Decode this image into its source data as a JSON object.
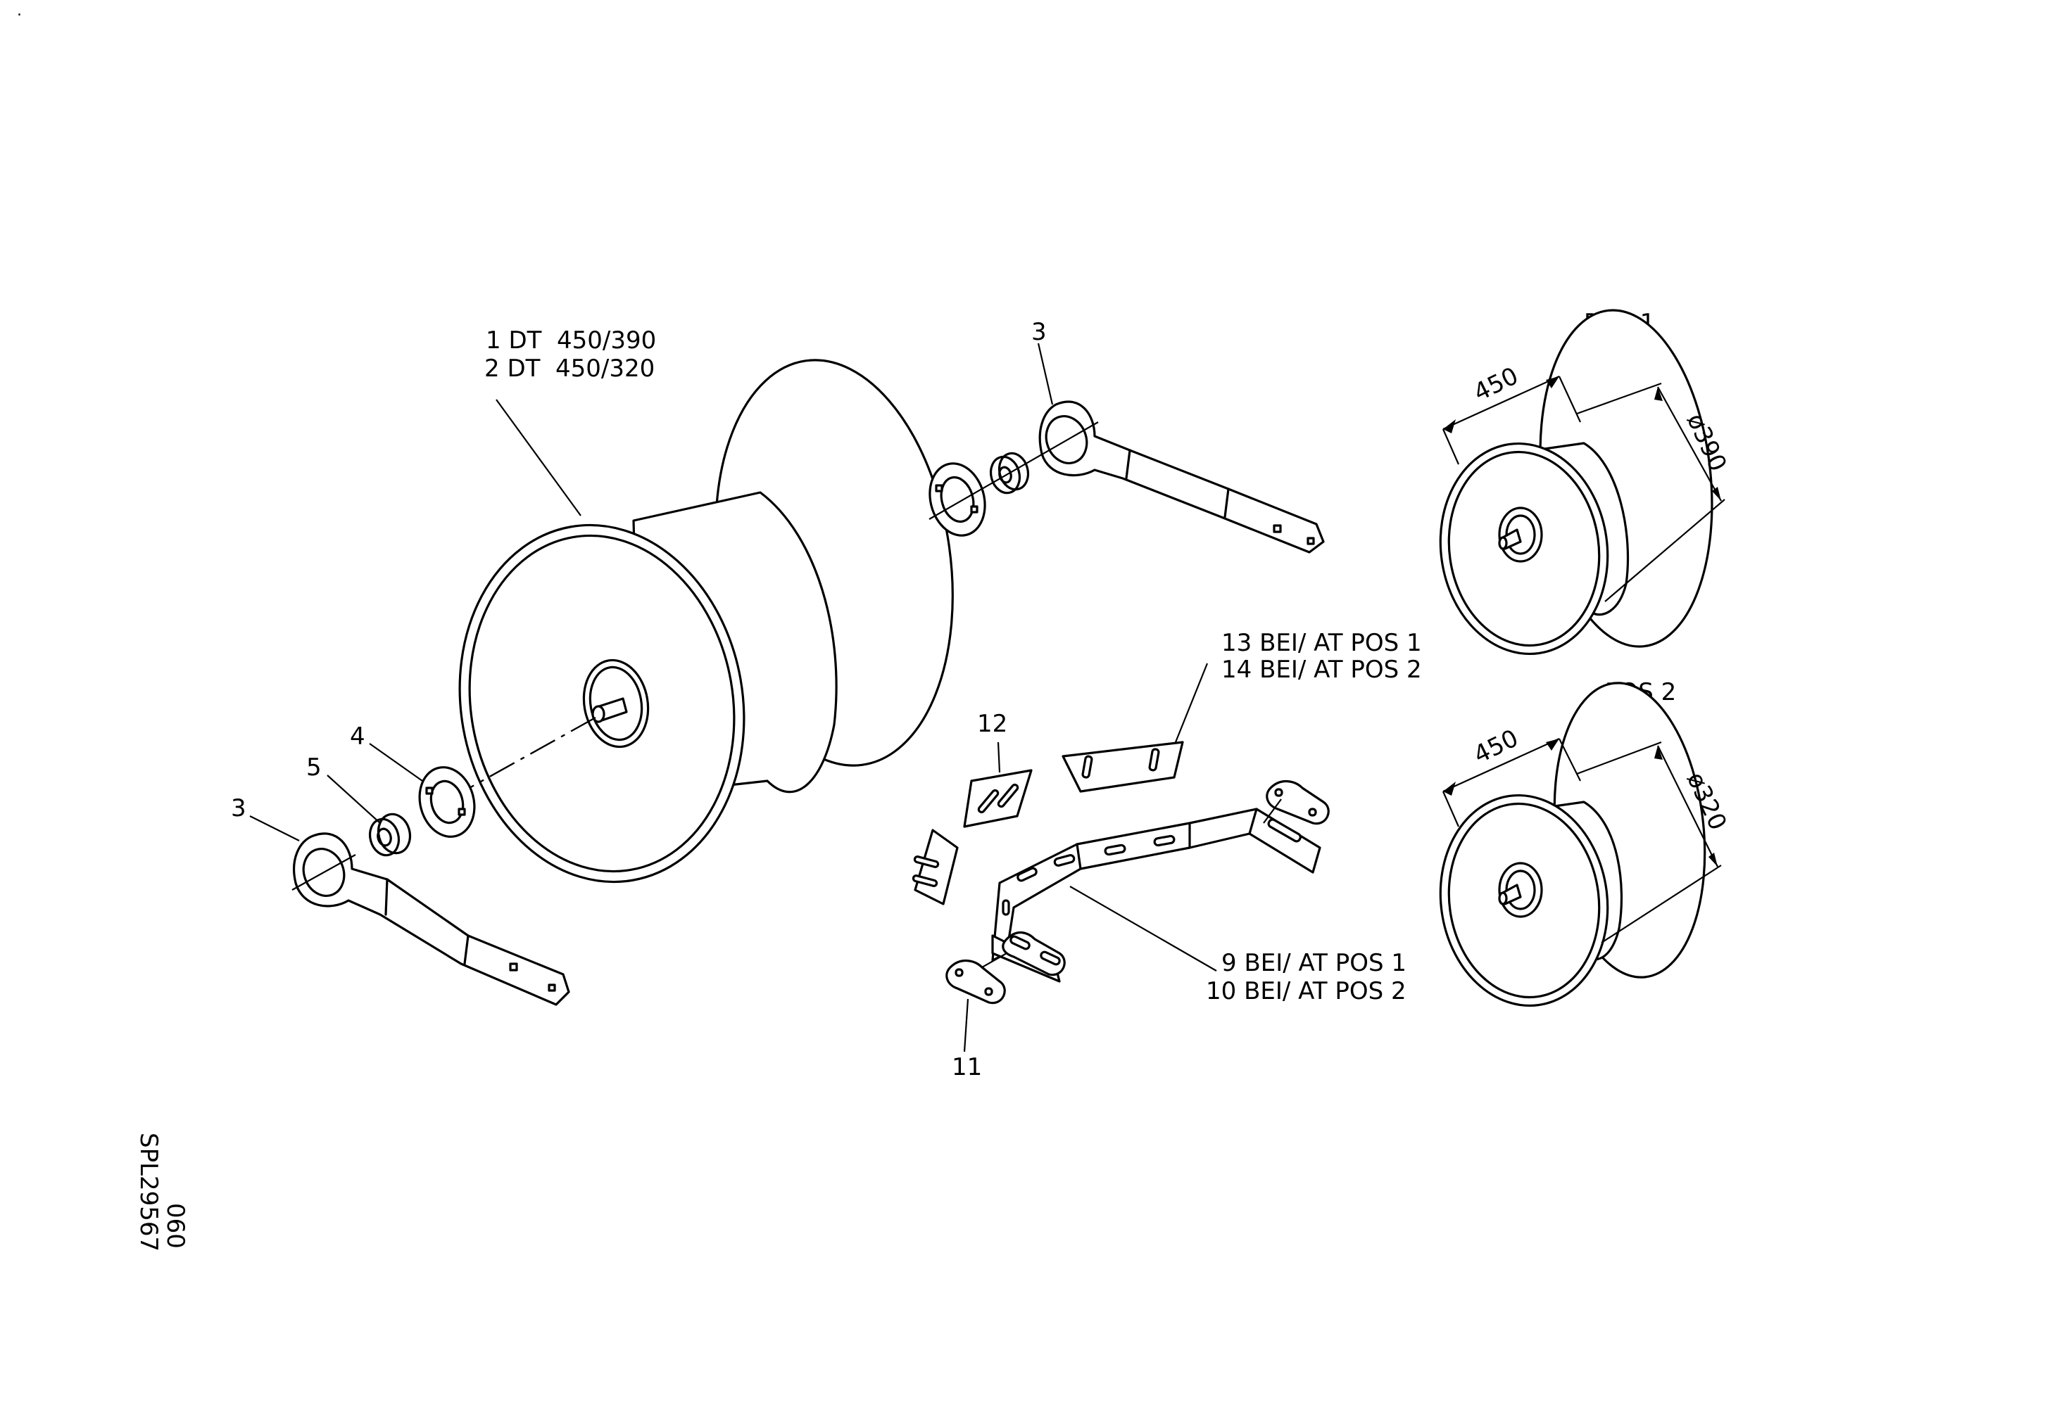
{
  "labels": {
    "drum_variants": [
      "1 DT  450/390",
      "2 DT  450/320"
    ],
    "callout_3_top": "3",
    "callout_3_left": "3",
    "callout_4": "4",
    "callout_5": "5",
    "callout_11": "11",
    "callout_12": "12",
    "plates": [
      "13 BEI/ AT POS 1",
      "14 BEI/ AT POS 2"
    ],
    "bracket": [
      "9 BEI/ AT POS 1",
      "10 BEI/ AT POS 2"
    ]
  },
  "pos1": {
    "title": "POS 1",
    "width_dim": "450",
    "diameter_dim": "ø390"
  },
  "pos2": {
    "title": "POS 2",
    "width_dim": "450",
    "diameter_dim": "ø320"
  },
  "drawing_ref": {
    "code": "SPL29567",
    "sheet": "060"
  },
  "corner_mark": "."
}
